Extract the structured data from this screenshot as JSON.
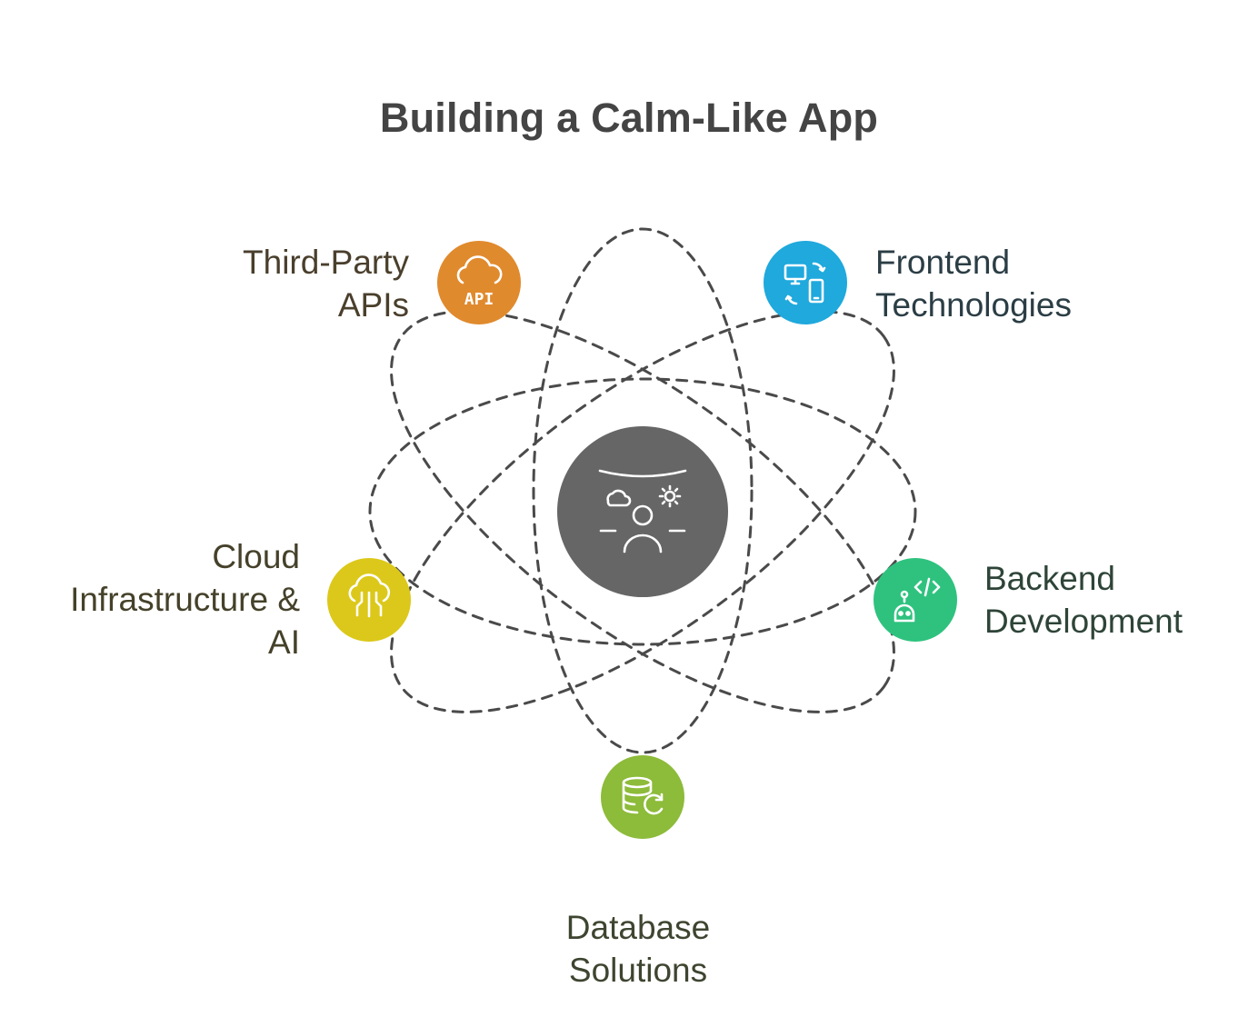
{
  "title": "Building a Calm-Like App",
  "nodes": [
    {
      "id": "third-party-apis",
      "lines": [
        "Third-Party",
        "APIs"
      ],
      "icon": "api-cloud-icon",
      "color": "#E08A2E",
      "label_color": "#4A3F2C"
    },
    {
      "id": "frontend-technologies",
      "lines": [
        "Frontend",
        "Technologies"
      ],
      "icon": "devices-sync-icon",
      "color": "#1FA9DD",
      "label_color": "#2B3D45"
    },
    {
      "id": "backend-development",
      "lines": [
        "Backend",
        "Development"
      ],
      "icon": "code-robot-icon",
      "color": "#2EC27E",
      "label_color": "#2E4438"
    },
    {
      "id": "database-solutions",
      "lines": [
        "Database",
        "Solutions"
      ],
      "icon": "database-sync-icon",
      "color": "#8DBB3A",
      "label_color": "#3E4530"
    },
    {
      "id": "cloud-infrastructure-ai",
      "lines": [
        "Cloud",
        "Infrastructure &",
        "AI"
      ],
      "icon": "cloud-circuit-icon",
      "color": "#DCC81A",
      "label_color": "#45412A"
    }
  ],
  "center": {
    "icon": "calm-person-weather-icon",
    "color": "#666666"
  },
  "orbit_color": "#4A4A4A"
}
